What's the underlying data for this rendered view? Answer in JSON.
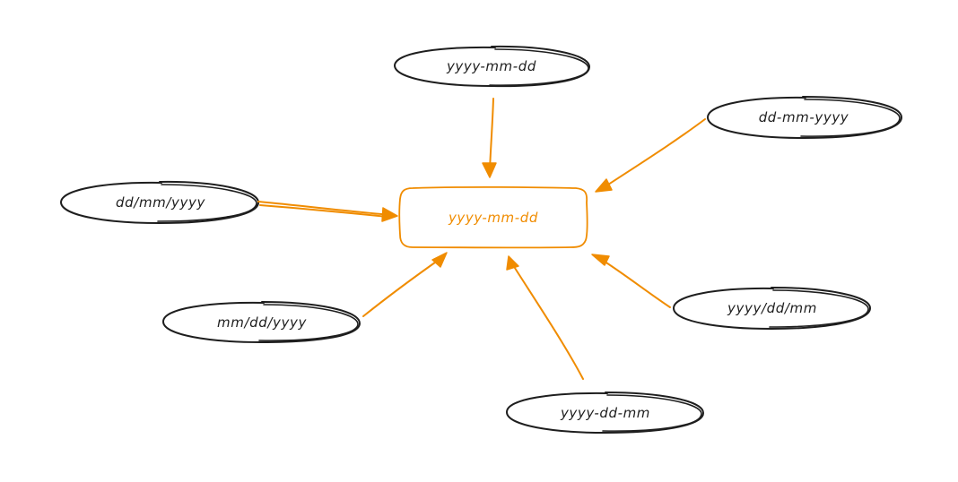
{
  "diagram": {
    "center": {
      "label": "yyyy-mm-dd"
    },
    "sources": [
      {
        "id": "top",
        "label": "yyyy-mm-dd"
      },
      {
        "id": "top-right",
        "label": "dd-mm-yyyy"
      },
      {
        "id": "left",
        "label": "dd/mm/yyyy"
      },
      {
        "id": "bottom-left",
        "label": "mm/dd/yyyy"
      },
      {
        "id": "right",
        "label": "yyyy/dd/mm"
      },
      {
        "id": "bottom",
        "label": "yyyy-dd-mm"
      }
    ]
  },
  "colors": {
    "accent": "#f08c00",
    "ink": "#1e1e1e",
    "background": "#ffffff"
  }
}
